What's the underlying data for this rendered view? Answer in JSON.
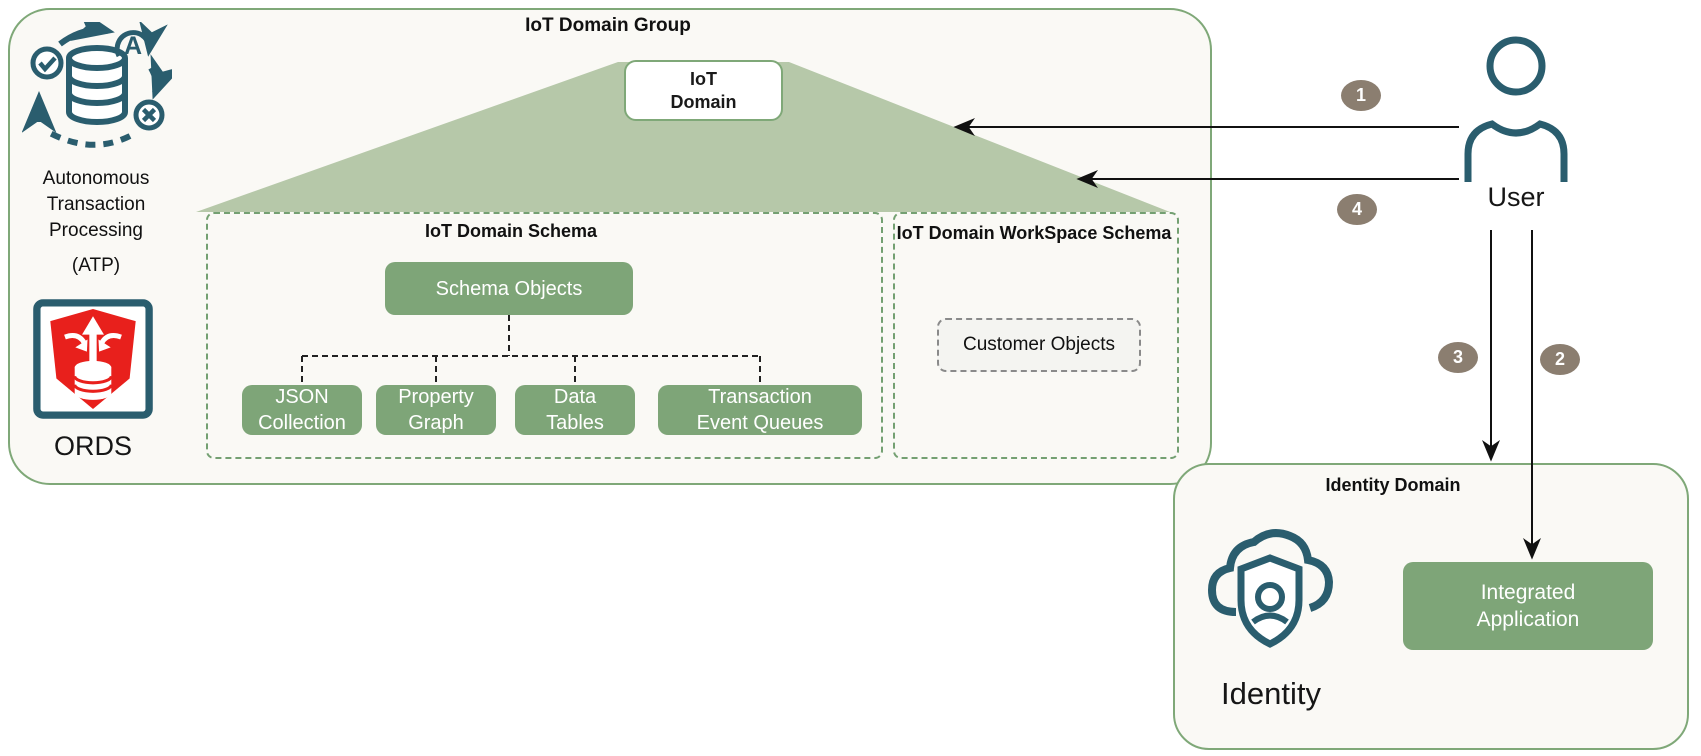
{
  "group": {
    "title": "IoT Domain Group",
    "atp": {
      "line1": "Autonomous",
      "line2": "Transaction",
      "line3": "Processing",
      "sub": "(ATP)"
    },
    "ords_label": "ORDS",
    "iot_domain": {
      "line1": "IoT",
      "line2": "Domain"
    },
    "schema": {
      "title": "IoT Domain Schema",
      "root_label": "Schema Objects",
      "children": [
        "JSON Collection",
        "Property Graph",
        "Data Tables",
        "Transaction Event Queues"
      ]
    },
    "workspace": {
      "title": "IoT Domain WorkSpace Schema",
      "object_label": "Customer Objects"
    }
  },
  "user_label": "User",
  "flow_badges": {
    "b1": "1",
    "b2": "2",
    "b3": "3",
    "b4": "4"
  },
  "identity": {
    "title": "Identity Domain",
    "icon_label": "Identity",
    "app_label": "Integrated Application"
  },
  "colors": {
    "green_box": "#7ea578",
    "green_border": "#7fa878",
    "triangle": "#b6c8a9",
    "panel_bg": "#faf9f5",
    "teal_icon": "#2a5d6e",
    "badge": "#8b7e70",
    "ords_red": "#e8201c"
  }
}
